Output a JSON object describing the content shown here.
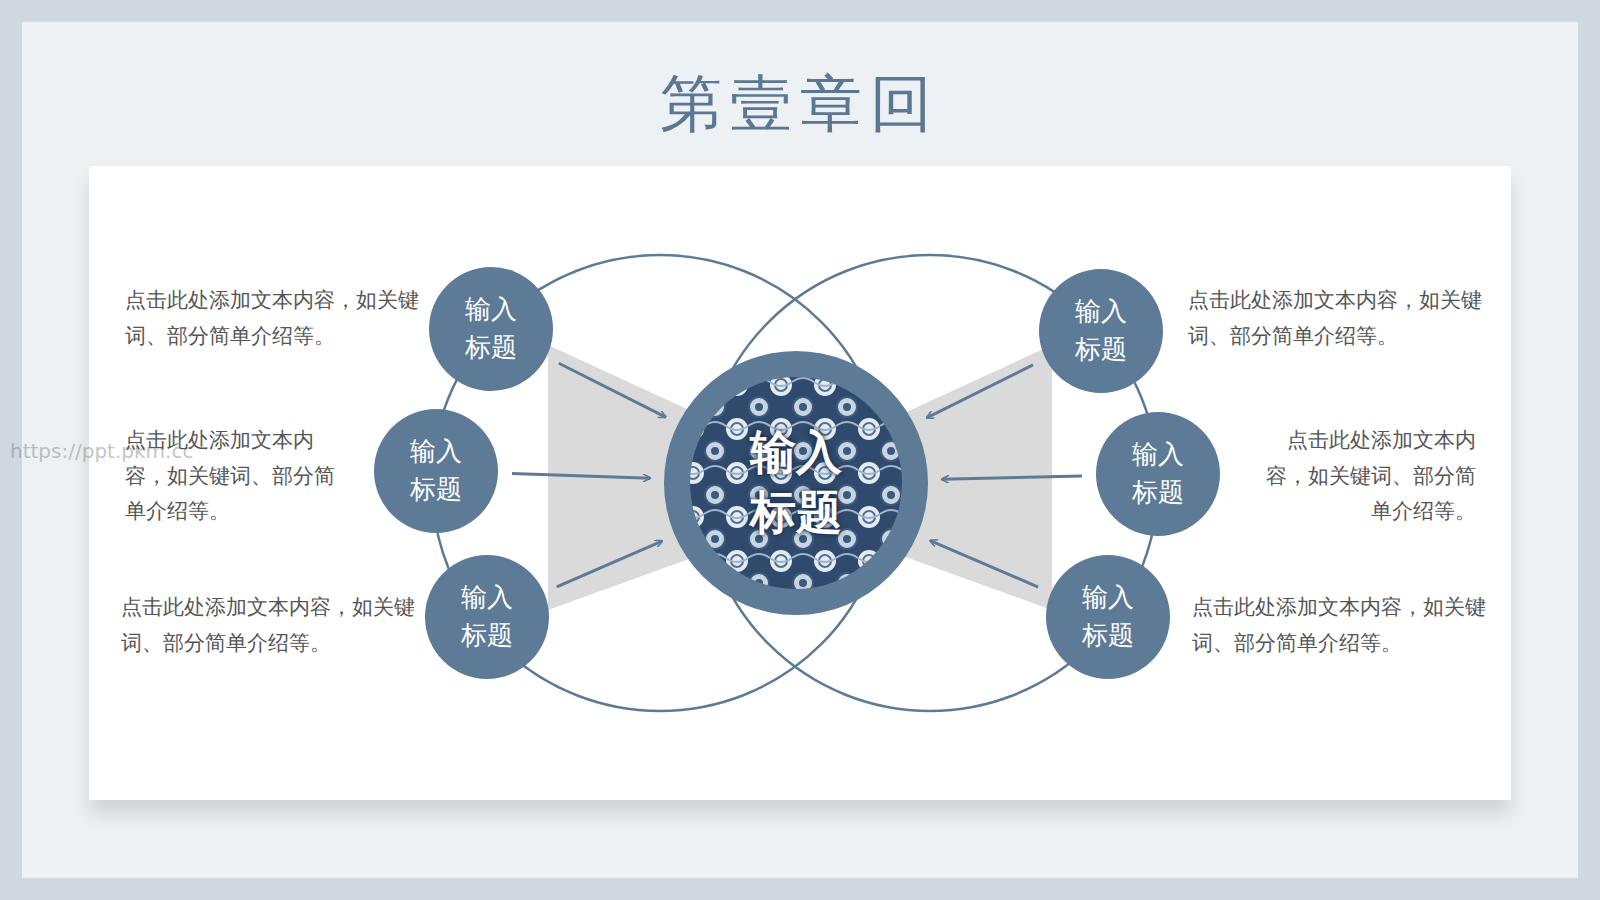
{
  "diagram": {
    "title": "第壹章回",
    "nodes": [
      {
        "text": [
          "输入 标题"
        ]
      },
      {
        "text": [
          "输入 标题"
        ]
      },
      {
        "text": [
          "输入 标题"
        ]
      },
      {
        "text": [
          "输入 标题"
        ]
      },
      {
        "text": [
          "输入 标题"
        ]
      },
      {
        "text": [
          "输入 标题"
        ]
      },
      {
        "text": [
          "输入 标题"
        ]
      }
    ],
    "edges": [
      {
        "from": 0,
        "to": 3,
        "arrow": "to"
      },
      {
        "from": 1,
        "to": 3,
        "arrow": "to"
      },
      {
        "from": 2,
        "to": 3,
        "arrow": "to"
      },
      {
        "from": 4,
        "to": 3,
        "arrow": "to"
      },
      {
        "from": 5,
        "to": 3,
        "arrow": "to"
      },
      {
        "from": 6,
        "to": 3,
        "arrow": "to"
      }
    ],
    "labels": [
      "点击此处添加文本内容，如关键词、部分简单介绍等。",
      "点击此处添加文本内容，如关键词、部分简单介绍等。",
      "点击此处添加文本内容，如关键词、部分简单介绍等。",
      "点击此处添加文本内容，如关键词、部分简单介绍等。",
      "点击此处添加文本内容，如关键词、部分简单介绍等。",
      "点击此处添加文本内容，如关键词、部分简单介绍等。",
      "https://ppt.pkm.cc"
    ]
  }
}
